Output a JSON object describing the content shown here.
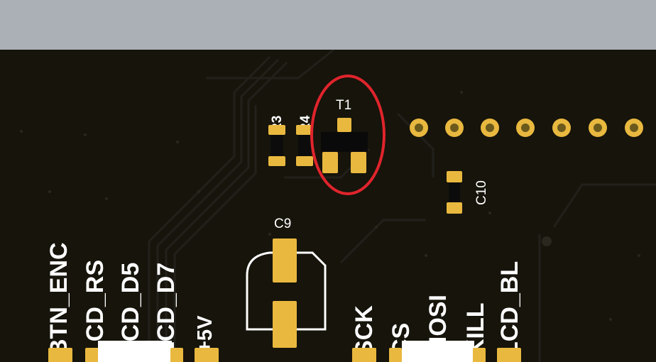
{
  "board": {
    "background_color": "#aab0b5",
    "pcb_color": "#16140b",
    "copper_color": "#e9b83f",
    "silk_color": "#ffffff",
    "highlight_color": "#e0242c"
  },
  "components": {
    "r3": "R3",
    "r4": "R4",
    "t1": "T1",
    "c9": "C9",
    "c10": "C10"
  },
  "pin_labels": {
    "btn_enc": "BTN_ENC",
    "lcd_rs": "LCD_RS",
    "lcd_d5": "LCD_D5",
    "lcd_d7": "LCD_D7",
    "plus5v": "+5V",
    "sck": "SCK",
    "cs": "CS",
    "mosi": "MOSI",
    "kill": "KILL",
    "lcd_bl": "LCD_BL"
  }
}
